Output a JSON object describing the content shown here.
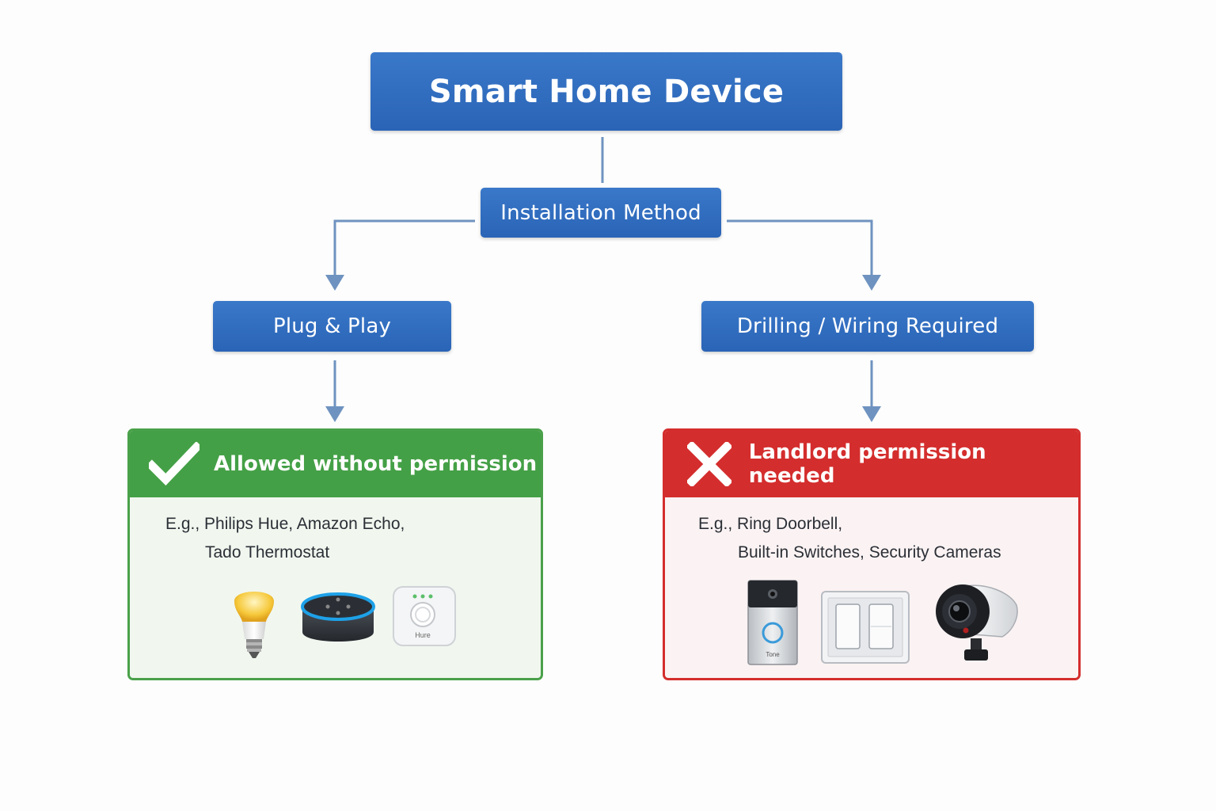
{
  "root": {
    "label": "Smart Home Device"
  },
  "method": {
    "label": "Installation Method"
  },
  "branches": {
    "left": {
      "label": "Plug & Play"
    },
    "right": {
      "label": "Drilling / Wiring Required"
    }
  },
  "outcomes": {
    "allowed": {
      "title": "Allowed without permission",
      "examples_line1": "E.g., Philips Hue, Amazon Echo,",
      "examples_line2": "Tado Thermostat",
      "device_icons": [
        "smart-bulb-icon",
        "smart-speaker-icon",
        "hue-bridge-icon"
      ],
      "hub_label": "Hure",
      "color": "#44a046"
    },
    "permission": {
      "title": "Landlord permission needed",
      "examples_line1": "E.g., Ring Doorbell,",
      "examples_line2": "Built-in Switches, Security Cameras",
      "device_icons": [
        "video-doorbell-icon",
        "wall-switch-icon",
        "security-camera-icon"
      ],
      "doorbell_label": "Tone",
      "color": "#d42d2d"
    }
  },
  "colors": {
    "node": "#2f6cbf",
    "connector": "#6f93c0"
  }
}
